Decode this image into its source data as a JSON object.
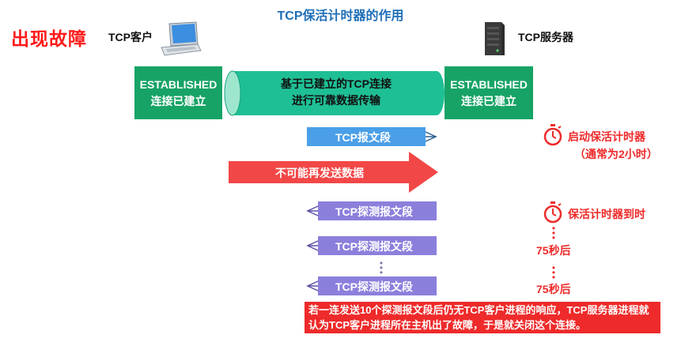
{
  "title": "TCP保活计时器的作用",
  "fault_label": "出现故障",
  "client": {
    "label": "TCP客户",
    "state_line1": "ESTABLISHED",
    "state_line2": "连接已建立"
  },
  "server": {
    "label": "TCP服务器",
    "state_line1": "ESTABLISHED",
    "state_line2": "连接已建立"
  },
  "tube": {
    "line1": "基于已建立的TCP连接",
    "line2": "进行可靠数据传输"
  },
  "segment": "TCP报文段",
  "cannot_send": "不可能再发送数据",
  "probes": [
    "TCP探测报文段",
    "TCP探测报文段",
    "TCP探测报文段"
  ],
  "timer_start": {
    "line1": "启动保活计时器",
    "line2": "（通常为2小时）"
  },
  "timer_expire": "保活计时器到时",
  "wait_labels": [
    "75秒后",
    "75秒后"
  ],
  "note": "若一连发送10个探测报文段后仍无TCP客户进程的响应，TCP服务器进程就认为TCP客户进程所在主机出了故障，于是就关闭这个连接。",
  "colors": {
    "title": "#1f6fb8",
    "fault": "#ff1a1a",
    "green": "#17a366",
    "tube": "#1fbf95",
    "segment_blue": "#4a9fe8",
    "red": "#ee2a2a",
    "probe_purple": "#8b7fdc"
  },
  "icons": [
    "laptop-icon",
    "server-icon",
    "stopwatch-icon",
    "stopwatch-icon"
  ]
}
